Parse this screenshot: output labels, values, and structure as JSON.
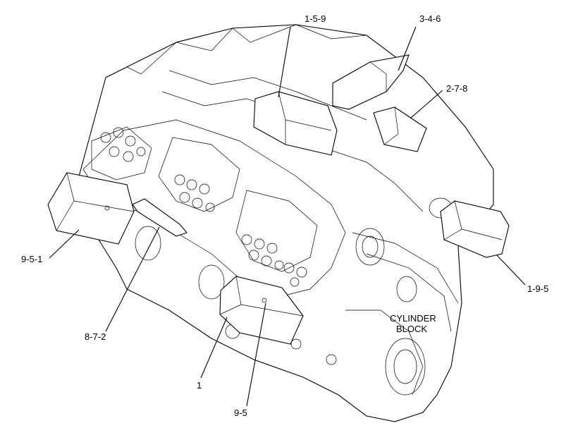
{
  "diagram": {
    "block_label_line1": "CYLINDER",
    "block_label_line2": "BLOCK",
    "callouts": {
      "c159": "1-5-9",
      "c346": "3-4-6",
      "c278": "2-7-8",
      "c951": "9-5-1",
      "c195": "1-9-5",
      "c872": "8-7-2",
      "c1": "1",
      "c95": "9-5"
    }
  }
}
